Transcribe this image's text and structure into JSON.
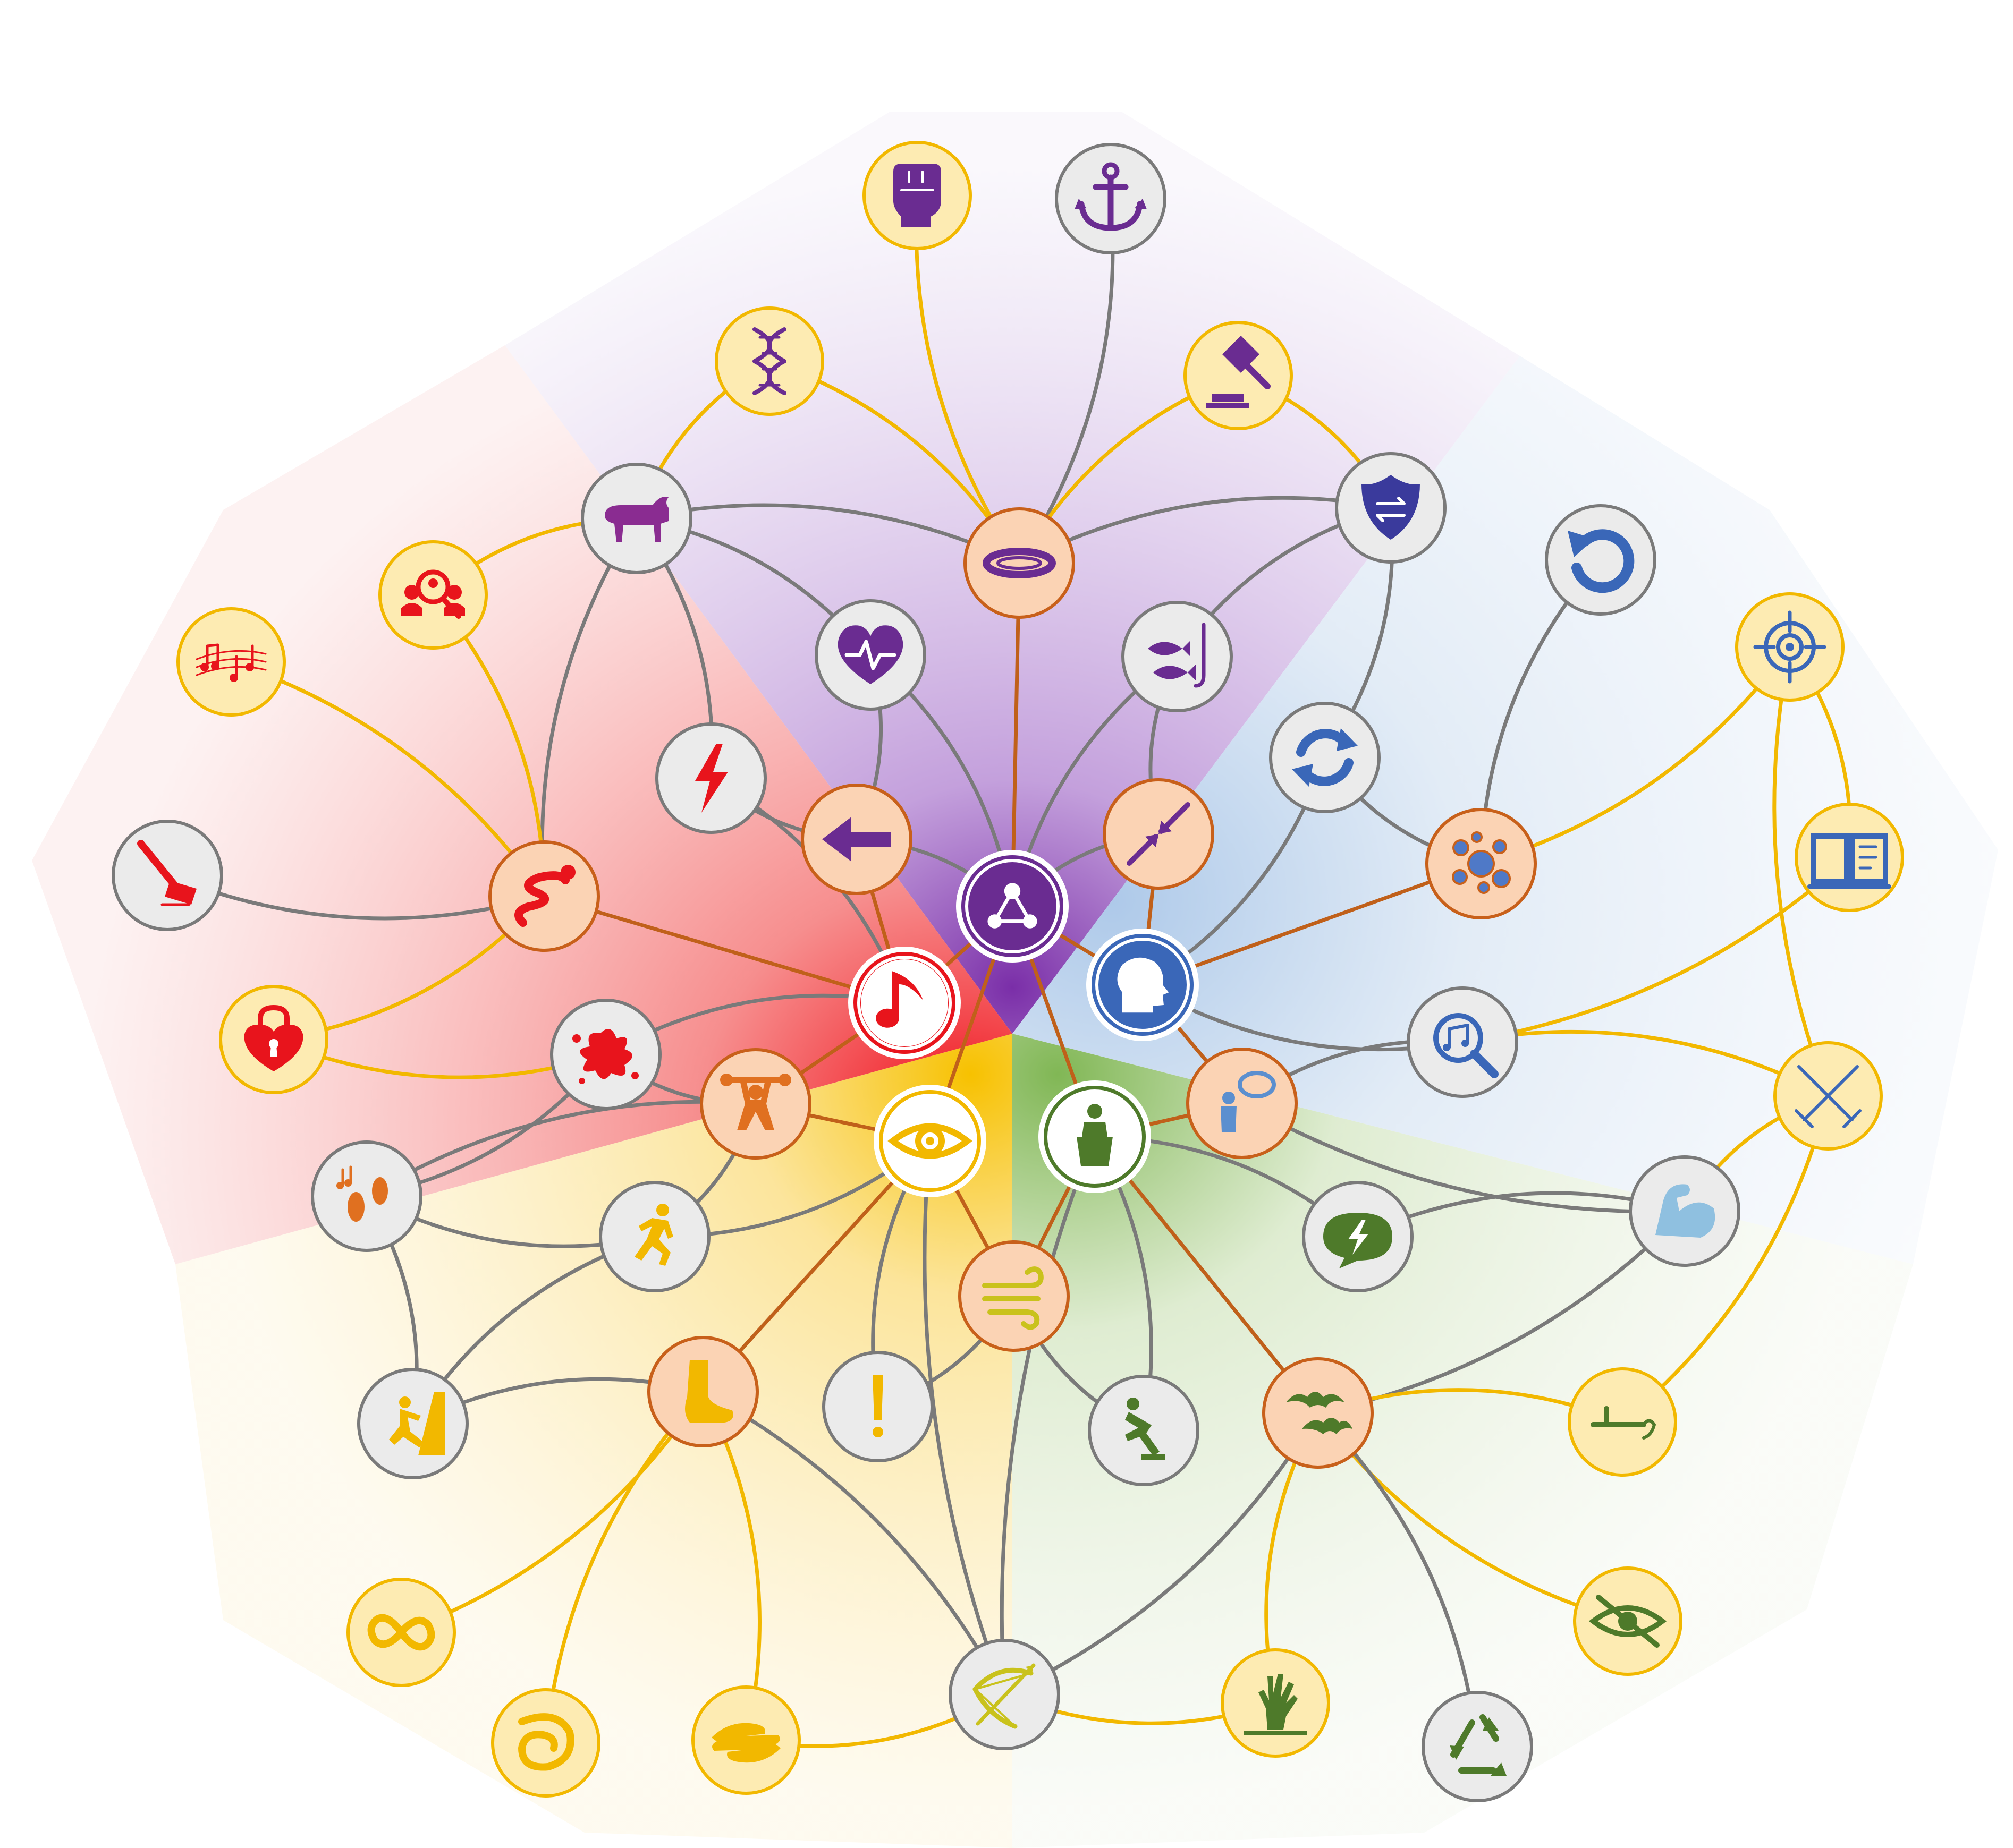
{
  "colors": {
    "purple": "#6a2c91",
    "blue": "#3a67b8",
    "green": "#4e7a2a",
    "yellow": "#f2b800",
    "red": "#e8141c",
    "orange_ring": "#c8601a",
    "orange_fill": "#fbd3b4",
    "gray_ring": "#7a7a7a",
    "gray_fill": "#ebebeb",
    "yellow_ring": "#f2b800",
    "yellow_fill": "#fdebb2",
    "link_gray": "#7a7a7a",
    "link_yellow": "#f2b800",
    "link_orange": "#c0601a"
  },
  "sectors": [
    {
      "name": "purple",
      "color": "#b98fd6"
    },
    {
      "name": "blue",
      "color": "#a9c6e8"
    },
    {
      "name": "green",
      "color": "#b5d39a"
    },
    {
      "name": "yellow",
      "color": "#fbdc7c"
    },
    {
      "name": "red",
      "color": "#f57a7a"
    }
  ],
  "nodes": [
    {
      "id": "center",
      "kind": "core",
      "color": "#6a2c91",
      "icon": "network-people-icon"
    },
    {
      "id": "music-core",
      "kind": "core",
      "color": "#e8141c",
      "icon": "music-note-icon"
    },
    {
      "id": "mind-core",
      "kind": "core",
      "color": "#3a67b8",
      "icon": "head-gears-icon"
    },
    {
      "id": "podium-core",
      "kind": "core",
      "color": "#4e7a2a",
      "icon": "podium-speaker-icon"
    },
    {
      "id": "eye-core",
      "kind": "core",
      "color": "#f2b800",
      "icon": "eye-icon"
    },
    {
      "id": "halo",
      "kind": "orange",
      "color": "#6a2c91",
      "icon": "halo-ring-icon"
    },
    {
      "id": "arrow-left",
      "kind": "orange",
      "color": "#6a2c91",
      "icon": "arrow-left-icon"
    },
    {
      "id": "compress",
      "kind": "orange",
      "color": "#6a2c91",
      "icon": "compress-arrows-icon"
    },
    {
      "id": "snake",
      "kind": "orange",
      "color": "#e8141c",
      "icon": "snake-icon"
    },
    {
      "id": "weightlifter",
      "kind": "orange",
      "color": "#e07020",
      "icon": "weightlifter-icon"
    },
    {
      "id": "cells",
      "kind": "orange",
      "color": "#3a67b8",
      "icon": "cells-icon"
    },
    {
      "id": "speaker-person",
      "kind": "orange",
      "color": "#5b8fcf",
      "icon": "person-speech-icon"
    },
    {
      "id": "wind",
      "kind": "orange",
      "color": "#c9c21c",
      "icon": "wind-icon"
    },
    {
      "id": "foot",
      "kind": "orange",
      "color": "#f2b800",
      "icon": "foot-icon"
    },
    {
      "id": "bats",
      "kind": "orange",
      "color": "#4e7a2a",
      "icon": "bats-icon"
    },
    {
      "id": "bull",
      "kind": "gray",
      "color": "#8a2c91",
      "icon": "bull-icon"
    },
    {
      "id": "heart-beat",
      "kind": "gray",
      "color": "#6a2c91",
      "icon": "heart-pulse-icon"
    },
    {
      "id": "fish-hook",
      "kind": "gray",
      "color": "#6a2c91",
      "icon": "fish-hook-icon"
    },
    {
      "id": "shield",
      "kind": "gray",
      "color": "#3a3a9c",
      "icon": "shield-swap-icon"
    },
    {
      "id": "anchor",
      "kind": "gray",
      "color": "#6a2c91",
      "icon": "anchor-icon"
    },
    {
      "id": "lightning",
      "kind": "gray",
      "color": "#e8141c",
      "icon": "lightning-icon"
    },
    {
      "id": "splat",
      "kind": "gray",
      "color": "#e8141c",
      "icon": "blood-splat-icon"
    },
    {
      "id": "hammer",
      "kind": "gray",
      "color": "#e8141c",
      "icon": "hammer-icon"
    },
    {
      "id": "dance-steps",
      "kind": "gray",
      "color": "#e07020",
      "icon": "dance-steps-icon"
    },
    {
      "id": "refresh",
      "kind": "gray",
      "color": "#3a67b8",
      "icon": "refresh-icon"
    },
    {
      "id": "undo",
      "kind": "gray",
      "color": "#3a67b8",
      "icon": "undo-icon"
    },
    {
      "id": "music-search",
      "kind": "gray",
      "color": "#3a67b8",
      "icon": "music-search-icon"
    },
    {
      "id": "flex-arm",
      "kind": "gray",
      "color": "#8fc0e0",
      "icon": "flexed-arm-icon"
    },
    {
      "id": "speech-bolt",
      "kind": "gray",
      "color": "#4e7a2a",
      "icon": "speech-bolt-icon"
    },
    {
      "id": "slip",
      "kind": "gray",
      "color": "#4e7a2a",
      "icon": "slip-fall-icon"
    },
    {
      "id": "recycle",
      "kind": "gray",
      "color": "#4e7a2a",
      "icon": "recycle-icon"
    },
    {
      "id": "runner",
      "kind": "gray",
      "color": "#f2b800",
      "icon": "runner-icon"
    },
    {
      "id": "climber",
      "kind": "gray",
      "color": "#f2b800",
      "icon": "climber-icon"
    },
    {
      "id": "exclaim",
      "kind": "gray",
      "color": "#f2b800",
      "icon": "exclamation-icon"
    },
    {
      "id": "bow",
      "kind": "gray",
      "color": "#c9c21c",
      "icon": "bow-arrow-icon"
    },
    {
      "id": "fist",
      "kind": "yellow",
      "color": "#6a2c91",
      "icon": "fist-icon"
    },
    {
      "id": "dna",
      "kind": "yellow",
      "color": "#6a2c91",
      "icon": "dna-icon"
    },
    {
      "id": "gavel",
      "kind": "yellow",
      "color": "#6a2c91",
      "icon": "gavel-icon"
    },
    {
      "id": "crowd-search",
      "kind": "yellow",
      "color": "#e8141c",
      "icon": "crowd-search-icon"
    },
    {
      "id": "music-staff",
      "kind": "yellow",
      "color": "#e8141c",
      "icon": "music-staff-icon"
    },
    {
      "id": "lock-heart",
      "kind": "yellow",
      "color": "#e8141c",
      "icon": "heart-lock-icon"
    },
    {
      "id": "target",
      "kind": "yellow",
      "color": "#3a67b8",
      "icon": "crosshair-target-icon"
    },
    {
      "id": "book",
      "kind": "yellow",
      "color": "#3a67b8",
      "icon": "open-book-icon"
    },
    {
      "id": "swords",
      "kind": "yellow",
      "color": "#3a67b8",
      "icon": "crossed-swords-icon"
    },
    {
      "id": "trip-arrow",
      "kind": "yellow",
      "color": "#4e7a2a",
      "icon": "trip-arrow-icon"
    },
    {
      "id": "eye-slash",
      "kind": "yellow",
      "color": "#4e7a2a",
      "icon": "eye-slash-icon"
    },
    {
      "id": "zombie",
      "kind": "yellow",
      "color": "#4e7a2a",
      "icon": "zombie-hand-icon"
    },
    {
      "id": "infinity",
      "kind": "yellow",
      "color": "#f2b800",
      "icon": "infinity-icon"
    },
    {
      "id": "swirl",
      "kind": "yellow",
      "color": "#f2b800",
      "icon": "swirl-icon"
    },
    {
      "id": "hands",
      "kind": "yellow",
      "color": "#f2b800",
      "icon": "caring-hands-icon"
    }
  ],
  "links": [
    [
      "center",
      "music-core",
      "orange"
    ],
    [
      "center",
      "mind-core",
      "orange"
    ],
    [
      "center",
      "podium-core",
      "orange"
    ],
    [
      "center",
      "eye-core",
      "orange"
    ],
    [
      "center",
      "halo",
      "orange"
    ],
    [
      "center",
      "arrow-left",
      "gray"
    ],
    [
      "center",
      "compress",
      "gray"
    ],
    [
      "center",
      "heart-beat",
      "gray"
    ],
    [
      "center",
      "fish-hook",
      "gray"
    ],
    [
      "halo",
      "bull",
      "gray"
    ],
    [
      "halo",
      "shield",
      "gray"
    ],
    [
      "halo",
      "anchor",
      "gray"
    ],
    [
      "halo",
      "fist",
      "yellow"
    ],
    [
      "halo",
      "dna",
      "yellow"
    ],
    [
      "halo",
      "gavel",
      "yellow"
    ],
    [
      "arrow-left",
      "heart-beat",
      "gray"
    ],
    [
      "arrow-left",
      "lightning",
      "gray"
    ],
    [
      "arrow-left",
      "music-core",
      "orange"
    ],
    [
      "compress",
      "fish-hook",
      "gray"
    ],
    [
      "compress",
      "mind-core",
      "orange"
    ],
    [
      "bull",
      "heart-beat",
      "gray"
    ],
    [
      "bull",
      "snake",
      "gray"
    ],
    [
      "bull",
      "lightning",
      "gray"
    ],
    [
      "bull",
      "crowd-search",
      "yellow"
    ],
    [
      "bull",
      "dna",
      "yellow"
    ],
    [
      "shield",
      "fish-hook",
      "gray"
    ],
    [
      "shield",
      "refresh",
      "gray"
    ],
    [
      "shield",
      "gavel",
      "yellow"
    ],
    [
      "music-core",
      "snake",
      "orange"
    ],
    [
      "music-core",
      "splat",
      "gray"
    ],
    [
      "music-core",
      "weightlifter",
      "orange"
    ],
    [
      "music-core",
      "lightning",
      "gray"
    ],
    [
      "snake",
      "hammer",
      "gray"
    ],
    [
      "snake",
      "music-staff",
      "yellow"
    ],
    [
      "snake",
      "lock-heart",
      "yellow"
    ],
    [
      "snake",
      "crowd-search",
      "yellow"
    ],
    [
      "splat",
      "lock-heart",
      "yellow"
    ],
    [
      "splat",
      "weightlifter",
      "gray"
    ],
    [
      "splat",
      "dance-steps",
      "gray"
    ],
    [
      "weightlifter",
      "eye-core",
      "orange"
    ],
    [
      "weightlifter",
      "runner",
      "gray"
    ],
    [
      "weightlifter",
      "dance-steps",
      "gray"
    ],
    [
      "mind-core",
      "cells",
      "orange"
    ],
    [
      "mind-core",
      "refresh",
      "gray"
    ],
    [
      "mind-core",
      "speaker-person",
      "orange"
    ],
    [
      "mind-core",
      "music-search",
      "gray"
    ],
    [
      "cells",
      "undo",
      "gray"
    ],
    [
      "cells",
      "target",
      "yellow"
    ],
    [
      "cells",
      "refresh",
      "gray"
    ],
    [
      "music-search",
      "book",
      "yellow"
    ],
    [
      "music-search",
      "swords",
      "yellow"
    ],
    [
      "music-search",
      "speaker-person",
      "gray"
    ],
    [
      "speaker-person",
      "podium-core",
      "orange"
    ],
    [
      "speaker-person",
      "flex-arm",
      "gray"
    ],
    [
      "flex-arm",
      "bats",
      "gray"
    ],
    [
      "flex-arm",
      "speech-bolt",
      "gray"
    ],
    [
      "flex-arm",
      "swords",
      "yellow"
    ],
    [
      "podium-core",
      "wind",
      "orange"
    ],
    [
      "podium-core",
      "speech-bolt",
      "gray"
    ],
    [
      "podium-core",
      "bats",
      "orange"
    ],
    [
      "podium-core",
      "slip",
      "gray"
    ],
    [
      "podium-core",
      "bow",
      "gray"
    ],
    [
      "bats",
      "trip-arrow",
      "yellow"
    ],
    [
      "bats",
      "eye-slash",
      "yellow"
    ],
    [
      "bats",
      "recycle",
      "gray"
    ],
    [
      "bats",
      "zombie",
      "yellow"
    ],
    [
      "bats",
      "bow",
      "gray"
    ],
    [
      "eye-core",
      "wind",
      "orange"
    ],
    [
      "eye-core",
      "foot",
      "orange"
    ],
    [
      "eye-core",
      "exclaim",
      "gray"
    ],
    [
      "eye-core",
      "runner",
      "gray"
    ],
    [
      "eye-core",
      "bow",
      "gray"
    ],
    [
      "wind",
      "exclaim",
      "gray"
    ],
    [
      "wind",
      "slip",
      "gray"
    ],
    [
      "foot",
      "infinity",
      "yellow"
    ],
    [
      "foot",
      "swirl",
      "yellow"
    ],
    [
      "foot",
      "hands",
      "yellow"
    ],
    [
      "foot",
      "climber",
      "gray"
    ],
    [
      "foot",
      "bow",
      "gray"
    ],
    [
      "runner",
      "climber",
      "gray"
    ],
    [
      "runner",
      "dance-steps",
      "gray"
    ],
    [
      "climber",
      "dance-steps",
      "gray"
    ],
    [
      "bow",
      "hands",
      "yellow"
    ],
    [
      "bow",
      "zombie",
      "yellow"
    ],
    [
      "target",
      "book",
      "yellow"
    ],
    [
      "target",
      "swords",
      "yellow"
    ],
    [
      "swords",
      "trip-arrow",
      "yellow"
    ]
  ]
}
